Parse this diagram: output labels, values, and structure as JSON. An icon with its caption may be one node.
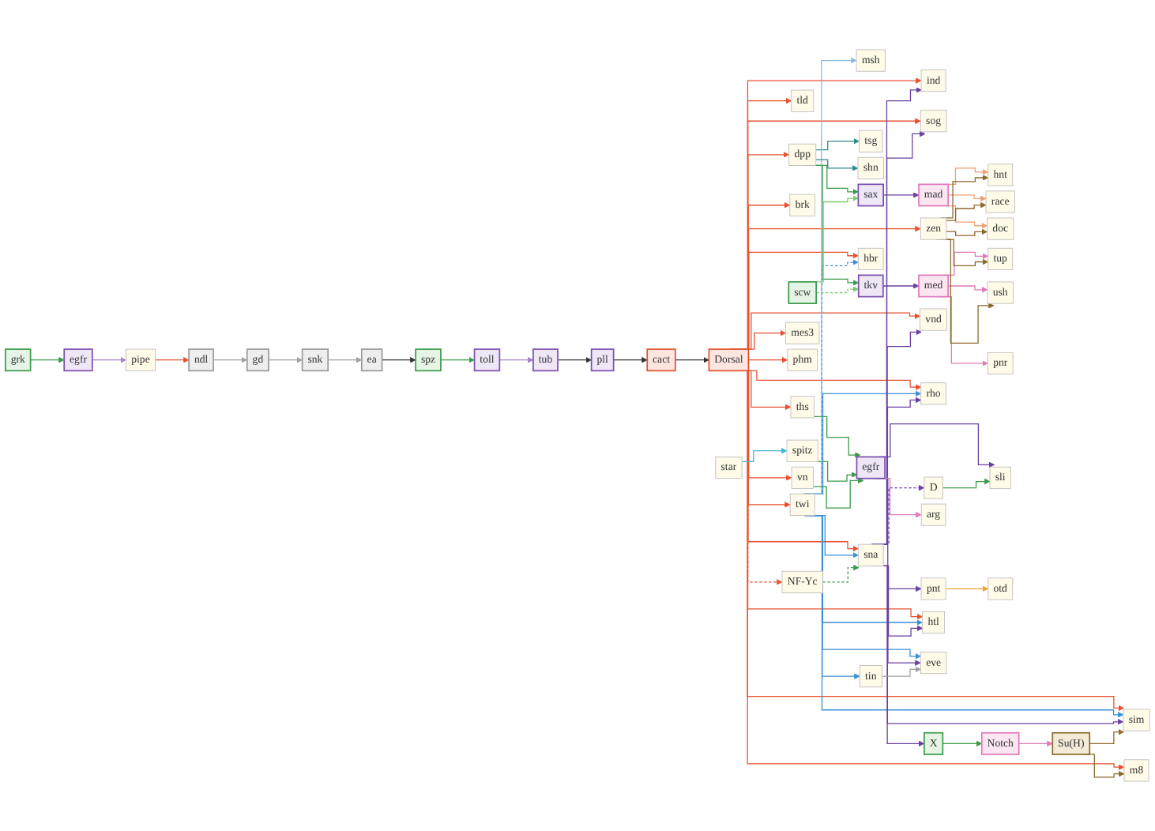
{
  "diagram": {
    "nodes": [
      {
        "text": [
          "grk"
        ]
      },
      {
        "text": [
          "egfr"
        ]
      },
      {
        "text": [
          "pipe"
        ]
      },
      {
        "text": [
          "ndl"
        ]
      },
      {
        "text": [
          "gd"
        ]
      },
      {
        "text": [
          "snk"
        ]
      },
      {
        "text": [
          "ea"
        ]
      },
      {
        "text": [
          "spz"
        ]
      },
      {
        "text": [
          "toll"
        ]
      },
      {
        "text": [
          "tub"
        ]
      },
      {
        "text": [
          "pll"
        ]
      },
      {
        "text": [
          "cact"
        ]
      },
      {
        "text": [
          "Dorsal"
        ]
      },
      {
        "text": [
          "ind"
        ]
      },
      {
        "text": [
          "sog"
        ]
      },
      {
        "text": [
          "ths"
        ]
      },
      {
        "text": [
          "msh"
        ]
      },
      {
        "text": [
          "tld"
        ]
      },
      {
        "text": [
          "zen"
        ]
      },
      {
        "text": [
          "dpp"
        ]
      },
      {
        "text": [
          "scw"
        ]
      },
      {
        "text": [
          "mad"
        ]
      },
      {
        "text": [
          "sax"
        ]
      },
      {
        "text": [
          "tkv"
        ]
      },
      {
        "text": [
          "med"
        ]
      },
      {
        "text": [
          "hnt"
        ]
      },
      {
        "text": [
          "race"
        ]
      },
      {
        "text": [
          "doc"
        ]
      },
      {
        "text": [
          "tup"
        ]
      },
      {
        "text": [
          "ush"
        ]
      },
      {
        "text": [
          "tsg"
        ]
      },
      {
        "text": [
          "pnr"
        ]
      },
      {
        "text": [
          "shn"
        ]
      },
      {
        "text": [
          "brk"
        ]
      },
      {
        "text": [
          "vnd"
        ]
      },
      {
        "text": [
          "rho"
        ]
      },
      {
        "text": [
          "vn"
        ]
      },
      {
        "text": [
          "D"
        ]
      },
      {
        "text": [
          "egfr"
        ]
      },
      {
        "text": [
          "pnt"
        ]
      },
      {
        "text": [
          "spitz"
        ]
      },
      {
        "text": [
          "sli"
        ]
      },
      {
        "text": [
          "star"
        ]
      },
      {
        "text": [
          "arg"
        ]
      },
      {
        "text": [
          "otd"
        ]
      },
      {
        "text": [
          "X"
        ]
      },
      {
        "text": [
          "Notch"
        ]
      },
      {
        "text": [
          "m8"
        ]
      },
      {
        "text": [
          "sim"
        ]
      },
      {
        "text": [
          "Su(H)"
        ]
      },
      {
        "text": [
          "twi"
        ]
      },
      {
        "text": [
          "sna"
        ]
      },
      {
        "text": [
          "NF-Yc"
        ]
      },
      {
        "text": [
          "hbr"
        ]
      },
      {
        "text": [
          "htl"
        ]
      },
      {
        "text": [
          "mes3"
        ]
      },
      {
        "text": [
          "phm"
        ]
      },
      {
        "text": [
          "tin"
        ]
      },
      {
        "text": [
          "eve"
        ]
      }
    ],
    "edges": [
      {
        "from": 0,
        "to": 1,
        "arrow": "to",
        "color": "#3a9a4a"
      },
      {
        "from": 1,
        "to": 2,
        "arrow": "to",
        "color": "#a27fc9"
      },
      {
        "from": 2,
        "to": 3,
        "arrow": "to"
      },
      {
        "from": 3,
        "to": 4,
        "arrow": "to",
        "color": "#a0a0a0"
      },
      {
        "from": 4,
        "to": 5,
        "arrow": "to",
        "color": "#a0a0a0"
      },
      {
        "from": 5,
        "to": 6,
        "arrow": "to",
        "color": "#a0a0a0"
      },
      {
        "from": 6,
        "to": 7,
        "arrow": "to",
        "color": "#333333"
      },
      {
        "from": 7,
        "to": 8,
        "arrow": "to",
        "color": "#3a9a4a"
      },
      {
        "from": 8,
        "to": 9,
        "arrow": "to",
        "color": "#a27fc9"
      },
      {
        "from": 9,
        "to": 10,
        "arrow": "to",
        "color": "#333333"
      },
      {
        "from": 10,
        "to": 11,
        "arrow": "to",
        "color": "#333333"
      },
      {
        "from": 11,
        "to": 12,
        "arrow": "to",
        "color": "#333333"
      },
      {
        "from": 12,
        "to": 50,
        "arrow": "to"
      },
      {
        "from": 12,
        "to": 51,
        "arrow": "to"
      },
      {
        "from": 12,
        "to": 52,
        "arrow": "to",
        "style": "dashed"
      },
      {
        "from": 12,
        "to": 53,
        "arrow": "to"
      },
      {
        "from": 12,
        "to": 54,
        "arrow": "to"
      },
      {
        "from": 12,
        "to": 55,
        "arrow": "to"
      },
      {
        "from": 12,
        "to": 56,
        "arrow": "to"
      },
      {
        "from": 12,
        "to": 33,
        "arrow": "to"
      },
      {
        "from": 12,
        "to": 34,
        "arrow": "to"
      },
      {
        "from": 12,
        "to": 35,
        "arrow": "to"
      },
      {
        "from": 12,
        "to": 36,
        "arrow": "to"
      },
      {
        "from": 12,
        "to": 47,
        "arrow": "to"
      },
      {
        "from": 12,
        "to": 48,
        "arrow": "to"
      },
      {
        "from": 12,
        "to": 13,
        "arrow": "to"
      },
      {
        "from": 12,
        "to": 14,
        "arrow": "to"
      },
      {
        "from": 12,
        "to": 15,
        "arrow": "to"
      },
      {
        "from": 12,
        "to": 17,
        "arrow": "to"
      },
      {
        "from": 12,
        "to": 18,
        "arrow": "to"
      },
      {
        "from": 12,
        "to": 19,
        "arrow": "to"
      },
      {
        "from": 50,
        "to": 51,
        "arrow": "to",
        "color": "#3b8fd6"
      },
      {
        "from": 50,
        "to": 54,
        "arrow": "to",
        "color": "#3b8fd6"
      },
      {
        "from": 50,
        "to": 53,
        "arrow": "to",
        "style": "dashed",
        "color": "#3b8fd6"
      },
      {
        "from": 50,
        "to": 57,
        "arrow": "to",
        "color": "#3b8fd6"
      },
      {
        "from": 50,
        "to": 58,
        "arrow": "to",
        "color": "#3b8fd6"
      },
      {
        "from": 50,
        "to": 35,
        "arrow": "to",
        "color": "#3b8fd6"
      },
      {
        "from": 50,
        "to": 48,
        "arrow": "to",
        "color": "#3b8fd6"
      },
      {
        "from": 51,
        "to": 34,
        "arrow": "to",
        "color": "#6a3fa0"
      },
      {
        "from": 51,
        "to": 35,
        "arrow": "to",
        "color": "#6a3fa0"
      },
      {
        "from": 51,
        "to": 48,
        "arrow": "to",
        "color": "#6a3fa0"
      },
      {
        "from": 51,
        "to": 13,
        "arrow": "to",
        "color": "#6a3fa0"
      },
      {
        "from": 51,
        "to": 14,
        "arrow": "to",
        "color": "#6a3fa0"
      },
      {
        "from": 51,
        "to": 58,
        "arrow": "to",
        "color": "#6a3fa0"
      },
      {
        "from": 51,
        "to": 45,
        "arrow": "to",
        "color": "#6a3fa0"
      },
      {
        "from": 51,
        "to": 54,
        "arrow": "to",
        "color": "#6a3fa0"
      },
      {
        "from": 52,
        "to": 51,
        "arrow": "to",
        "style": "dashed",
        "color": "#3a9a4a"
      },
      {
        "from": 45,
        "to": 46,
        "arrow": "to",
        "color": "#3a9a4a"
      },
      {
        "from": 46,
        "to": 49,
        "arrow": "to",
        "color": "#e07ab8"
      },
      {
        "from": 49,
        "to": 47,
        "arrow": "to",
        "color": "#8a6a2a"
      },
      {
        "from": 49,
        "to": 48,
        "arrow": "to",
        "color": "#8a6a2a"
      },
      {
        "from": 19,
        "to": 22,
        "arrow": "to",
        "color": "#3a9a4a"
      },
      {
        "from": 19,
        "to": 23,
        "arrow": "to",
        "color": "#3a9a4a"
      },
      {
        "from": 20,
        "to": 22,
        "arrow": "to",
        "color": "#7acb6a"
      },
      {
        "from": 20,
        "to": 23,
        "arrow": "to",
        "style": "dashed",
        "color": "#7acb6a"
      },
      {
        "from": 22,
        "to": 21,
        "arrow": "to",
        "color": "#6a3fa0"
      },
      {
        "from": 23,
        "to": 24,
        "arrow": "to",
        "color": "#6a3fa0"
      },
      {
        "from": 21,
        "to": 25,
        "arrow": "to",
        "color": "#f0a070"
      },
      {
        "from": 21,
        "to": 26,
        "arrow": "to",
        "color": "#f0a070"
      },
      {
        "from": 21,
        "to": 27,
        "arrow": "to",
        "color": "#f0a070"
      },
      {
        "from": 24,
        "to": 28,
        "arrow": "to",
        "color": "#e07ab8"
      },
      {
        "from": 24,
        "to": 29,
        "arrow": "to",
        "color": "#e07ab8"
      },
      {
        "from": 24,
        "to": 31,
        "arrow": "to",
        "color": "#e07ab8"
      },
      {
        "from": 18,
        "to": 25,
        "arrow": "to",
        "color": "#8a6a2a"
      },
      {
        "from": 18,
        "to": 26,
        "arrow": "to",
        "color": "#8a6a2a"
      },
      {
        "from": 18,
        "to": 27,
        "arrow": "to",
        "color": "#8a6a2a"
      },
      {
        "from": 18,
        "to": 28,
        "arrow": "to",
        "color": "#8a6a2a"
      },
      {
        "from": 18,
        "to": 29,
        "arrow": "to",
        "color": "#8a6a2a"
      },
      {
        "from": 19,
        "to": 30,
        "arrow": "to",
        "color": "#2f8a8a"
      },
      {
        "from": 15,
        "to": 38,
        "arrow": "to",
        "color": "#3a9a4a"
      },
      {
        "from": 40,
        "to": 38,
        "arrow": "to",
        "color": "#3a9a4a"
      },
      {
        "from": 36,
        "to": 38,
        "arrow": "to",
        "color": "#3a9a4a"
      },
      {
        "from": 38,
        "to": 39,
        "arrow": "to",
        "color": "#6a3fa0"
      },
      {
        "from": 38,
        "to": 43,
        "arrow": "to",
        "color": "#e07ab8"
      },
      {
        "from": 38,
        "to": 41,
        "arrow": "to",
        "color": "#6a3fa0"
      },
      {
        "from": 37,
        "to": 41,
        "arrow": "to",
        "color": "#3a9a4a"
      },
      {
        "from": 42,
        "to": 40,
        "arrow": "to",
        "color": "#3ab8d0"
      },
      {
        "from": 39,
        "to": 44,
        "arrow": "to",
        "color": "#f0a030"
      },
      {
        "from": 57,
        "to": 58,
        "arrow": "to",
        "color": "#a0a0a0"
      },
      {
        "from": 50,
        "to": 16,
        "arrow": "to",
        "color": "#8ab8e0"
      },
      {
        "from": 19,
        "to": 32,
        "arrow": "to",
        "color": "#2f8a8a"
      },
      {
        "from": 51,
        "to": 37,
        "arrow": "to",
        "style": "dashed",
        "color": "#6a3fa0"
      }
    ]
  }
}
